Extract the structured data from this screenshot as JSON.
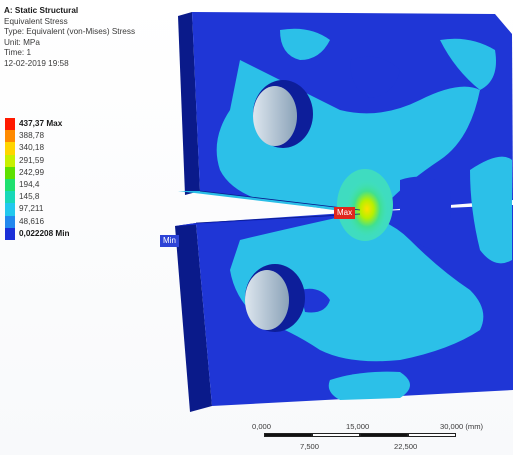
{
  "info": {
    "title": "A: Static Structural",
    "result": "Equivalent Stress",
    "type": "Type: Equivalent (von-Mises) Stress",
    "unit": "Unit: MPa",
    "time": "Time: 1",
    "date": "12-02-2019 19:58"
  },
  "legend": {
    "entries": [
      {
        "label": "437,37 Max",
        "color": "#ff1a00",
        "bold": true
      },
      {
        "label": "388,78",
        "color": "#ff8a00",
        "bold": false
      },
      {
        "label": "340,18",
        "color": "#ffd500",
        "bold": false
      },
      {
        "label": "291,59",
        "color": "#c8f000",
        "bold": false
      },
      {
        "label": "242,99",
        "color": "#5ee000",
        "bold": false
      },
      {
        "label": "194,4",
        "color": "#1ee070",
        "bold": false
      },
      {
        "label": "145,8",
        "color": "#18d8b8",
        "bold": false
      },
      {
        "label": "97,211",
        "color": "#22c8ee",
        "bold": false
      },
      {
        "label": "48,616",
        "color": "#2288ee",
        "bold": false
      },
      {
        "label": "0,022208 Min",
        "color": "#1a2fd8",
        "bold": true
      }
    ]
  },
  "probes": {
    "max_label": "Max",
    "min_label": "Min"
  },
  "scale_bar": {
    "top_labels": [
      "0,000",
      "15,000",
      "30,000 (mm)"
    ],
    "bottom_labels": [
      "7,500",
      "22,500"
    ]
  }
}
